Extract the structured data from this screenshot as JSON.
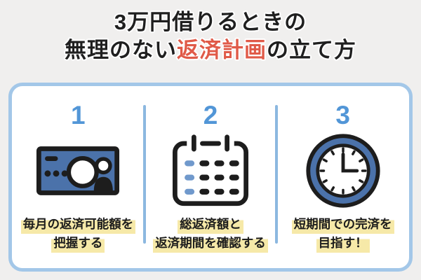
{
  "title": {
    "line1": "3万円借りるときの",
    "line2_pre": "無理のない",
    "line2_accent": "返済計画",
    "line2_post": "の立て方"
  },
  "steps": [
    {
      "number": "1",
      "icon": "banknote-icon",
      "caption_line1": "毎月の返済可能額を",
      "caption_line2": "把握する"
    },
    {
      "number": "2",
      "icon": "calendar-icon",
      "caption_line1": "総返済額と",
      "caption_line2": "返済期間を確認する"
    },
    {
      "number": "3",
      "icon": "clock-icon",
      "caption_line1": "短期間での完済を",
      "caption_line2": "目指す！"
    }
  ],
  "colors": {
    "background": "#f0efee",
    "accent_red": "#e05a48",
    "number_blue": "#5296d7",
    "icon_slate_blue": "#4b72aa",
    "calendar_dot_blue": "#7099cc",
    "card_border_blue": "#a3c7e8",
    "divider_blue": "#8cb8e0",
    "highlight_yellow": "#f6e9a8",
    "ink_black": "#1d1d1d"
  }
}
